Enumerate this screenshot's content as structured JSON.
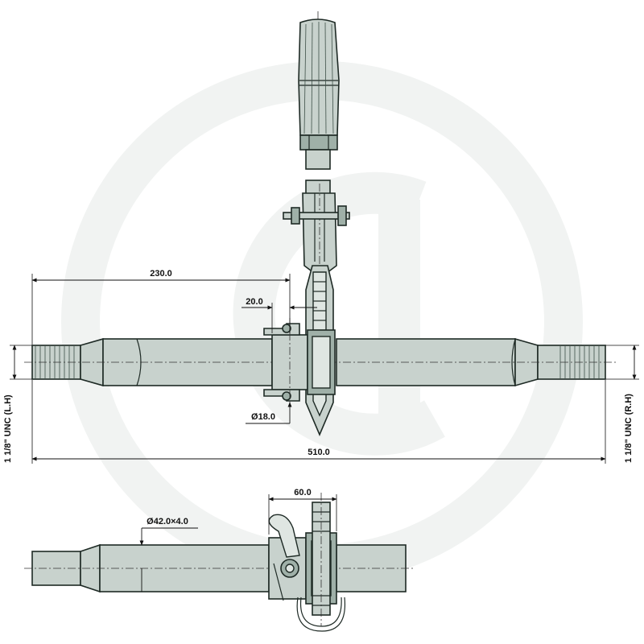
{
  "dimensions": {
    "length_left_to_center": "230.0",
    "clamp_offset": "20.0",
    "pin_diameter": "Ø18.0",
    "overall_length": "510.0",
    "left_thread": "1 1/8\" UNC (L.H)",
    "right_thread": "1 1/8\" UNC (R.H)",
    "clamp_width": "60.0",
    "tube_size": "Ø42.0×4.0"
  },
  "colors": {
    "part_fill": "#c8d2cd",
    "outline": "#1e2a25",
    "watermark": "#f1f3f2"
  }
}
